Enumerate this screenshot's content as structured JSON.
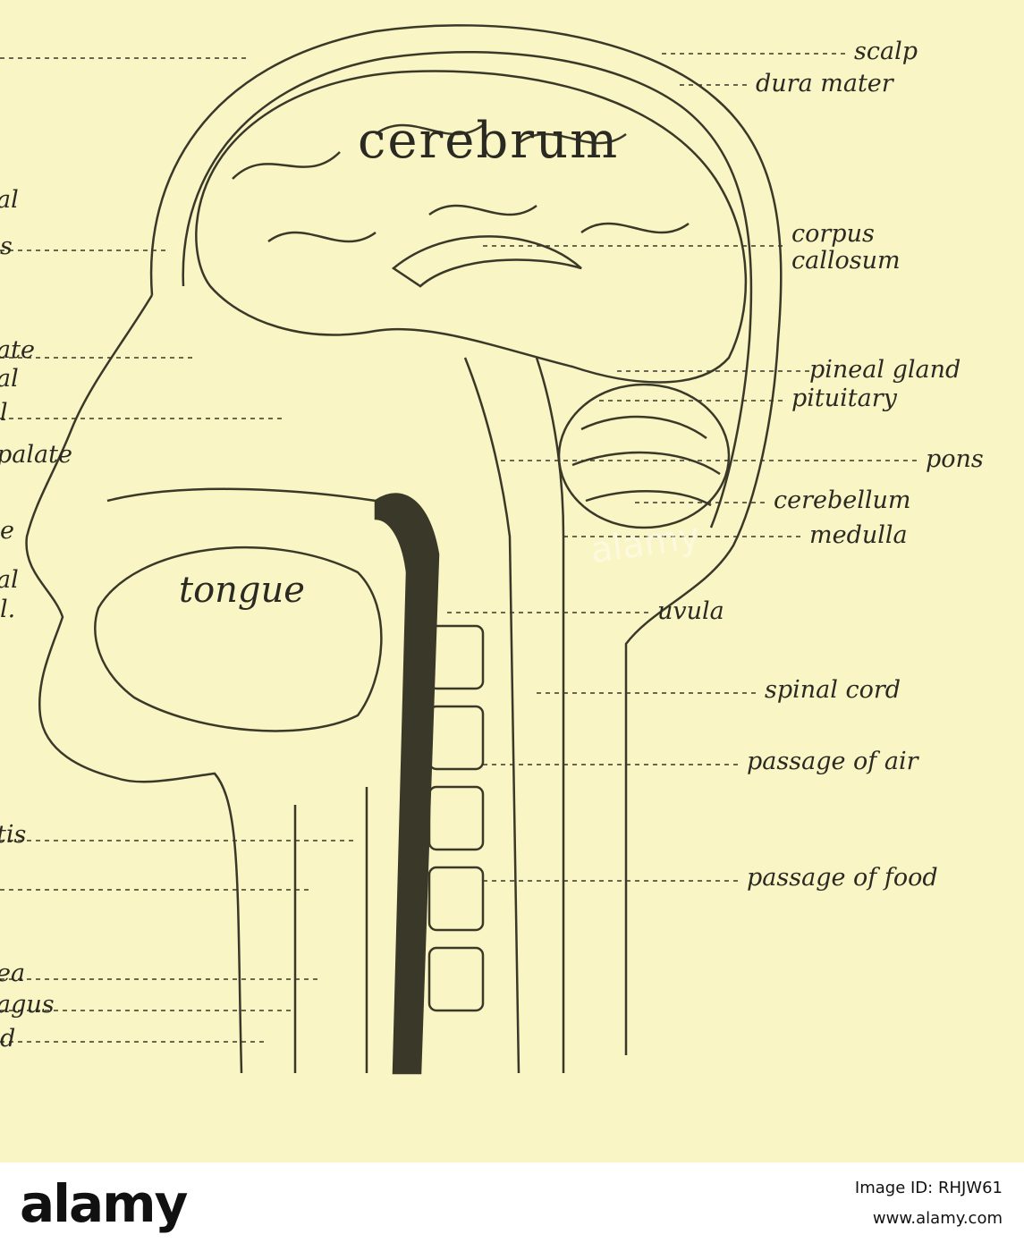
{
  "figure": {
    "labels": {
      "scalp": "scalp",
      "dura_mater": "dura mater",
      "cerebrum": "cerebrum",
      "corpus_callosum_1": "corpus",
      "corpus_callosum_2": "callosum",
      "pineal_gland": "pineal gland",
      "pituitary": "pituitary",
      "pons": "pons",
      "cerebellum": "cerebellum",
      "medulla": "medulla",
      "uvula": "uvula",
      "spinal_cord": "spinal cord",
      "passage_of_air": "passage of air",
      "passage_of_food": "passage of food",
      "tongue": "tongue",
      "left_frag_1": "al",
      "left_frag_2": "s",
      "left_frag_3": "ate",
      "left_frag_4": "al",
      "left_frag_5": "l",
      "left_frag_6": "palate",
      "left_frag_7": "e",
      "left_frag_8": "al",
      "left_frag_9": "l.",
      "left_frag_10": "tis",
      "left_frag_11": "ea",
      "left_frag_12": "agus",
      "left_frag_13": "d"
    },
    "watermark": "alamy"
  },
  "footer": {
    "logo": "alamy",
    "image_id": "Image ID: RHJW61",
    "url": "www.alamy.com"
  }
}
